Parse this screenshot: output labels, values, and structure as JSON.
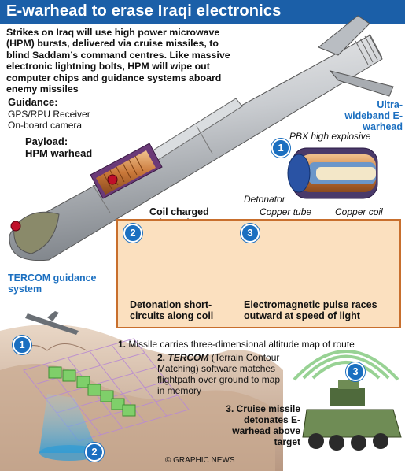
{
  "title": "E-warhead to erase Iraqi electronics",
  "intro": "Strikes on Iraq will use high power microwave (HPM) bursts, delivered via cruise missiles, to blind Saddam’s command centres. Like massive electronic lightning bolts, HPM will wipe out computer chips and guidance systems aboard enemy missiles",
  "guidance": {
    "heading": "Guidance:",
    "line1": "GPS/RPU Receiver",
    "line2": "On-board camera"
  },
  "payload": {
    "heading": "Payload:",
    "line1": "HPM warhead"
  },
  "ultra_label": "Ultra-wideband E-warhead",
  "coil_charged": "Coil charged prior to impact",
  "warhead_parts": {
    "badge": "1",
    "pbx": "PBX high explosive",
    "detonator": "Detonator",
    "copper_tube": "Copper tube",
    "copper_coil": "Copper coil"
  },
  "detonation": {
    "badge": "2",
    "caption": "Detonation short-circuits along coil"
  },
  "pulse": {
    "badge": "3",
    "caption": "Electromagnetic pulse races outward at speed of light"
  },
  "tercom_label": "TERCOM guidance system",
  "steps": {
    "s1_num": "1.",
    "s1_text": "Missile carries three-dimensional altitude map of route",
    "s2_num": "2.",
    "s2_bold": "TERCOM",
    "s2_text": " (Terrain Contour Matching) software matches flightpath over ground to map in memory",
    "s3_num": "3.",
    "s3_text": "Cruise missile detonates E-warhead above target"
  },
  "map_badges": {
    "b1": "1",
    "b2": "2",
    "b3": "3"
  },
  "credit": "© GRAPHIC NEWS",
  "colors": {
    "title_bar": "#1b5fa8",
    "accent_blue": "#1b6fc0",
    "panel_bg": "#fbe0bf",
    "panel_border": "#c86f2d",
    "pulse": "#e0188c"
  }
}
